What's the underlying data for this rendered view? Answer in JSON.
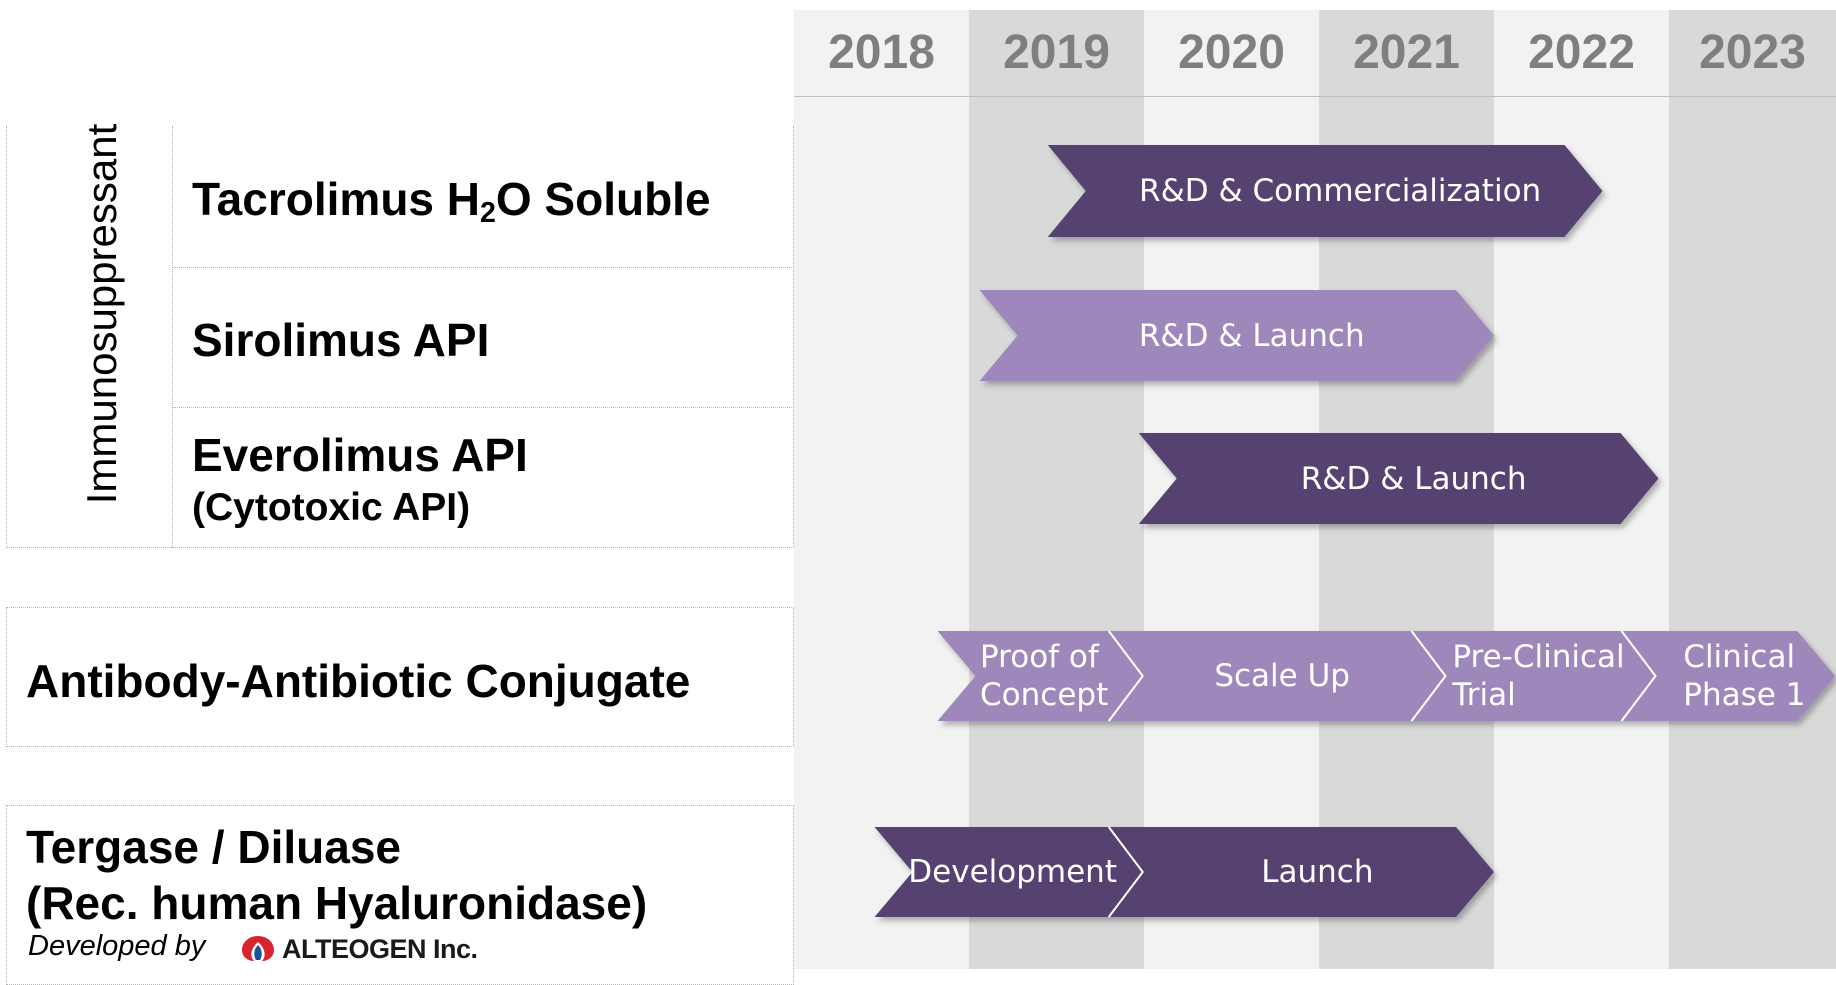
{
  "years": [
    "2018",
    "2019",
    "2020",
    "2021",
    "2022",
    "2023"
  ],
  "colors": {
    "dark_purple": "#574270",
    "light_purple": "#9e88bb",
    "column_light": "#f2f2f2",
    "column_dark": "#d9d9d9",
    "year_text": "#7f7f7f"
  },
  "group": {
    "label": "Immunosuppressant"
  },
  "rows": {
    "tacrolimus": {
      "label_prefix": "Tacrolimus H",
      "label_sub": "2",
      "label_suffix": "O Soluble"
    },
    "sirolimus": {
      "label": "Sirolimus API"
    },
    "everolimus": {
      "label": "Everolimus API",
      "sublabel": "(Cytotoxic API)"
    },
    "antibody": {
      "label": "Antibody-Antibiotic Conjugate"
    },
    "tergase": {
      "label_line1": "Tergase / Diluase",
      "label_line2": "(Rec. human Hyaluronidase)"
    }
  },
  "credit": {
    "text": "Developed by",
    "brand": "ALTEOGEN Inc."
  },
  "bars": [
    {
      "row": "tacrolimus",
      "color": "dark",
      "start_year": 2019.45,
      "end_year": 2022.62,
      "segments": [
        {
          "text": "R&D & Commercialization",
          "end_year": 2022.62
        }
      ]
    },
    {
      "row": "sirolimus",
      "color": "light",
      "start_year": 2019.06,
      "end_year": 2022.0,
      "segments": [
        {
          "text": "R&D & Launch",
          "end_year": 2022.0
        }
      ]
    },
    {
      "row": "everolimus",
      "color": "dark",
      "start_year": 2019.97,
      "end_year": 2022.94,
      "segments": [
        {
          "text": "R&D & Launch",
          "end_year": 2022.94
        }
      ]
    },
    {
      "row": "antibody",
      "color": "light",
      "start_year": 2018.82,
      "end_year": 2023.95,
      "segments": [
        {
          "text": "Proof of\nConcept",
          "end_year": 2019.97
        },
        {
          "text": "Scale Up",
          "end_year": 2021.7
        },
        {
          "text": "Pre-Clinical\nTrial",
          "end_year": 2022.9
        },
        {
          "text": "Clinical\nPhase 1",
          "end_year": 2023.95
        }
      ]
    },
    {
      "row": "tergase",
      "color": "dark",
      "start_year": 2018.46,
      "end_year": 2022.0,
      "segments": [
        {
          "text": "Development",
          "end_year": 2019.97
        },
        {
          "text": "Launch",
          "end_year": 2022.0
        }
      ]
    }
  ]
}
